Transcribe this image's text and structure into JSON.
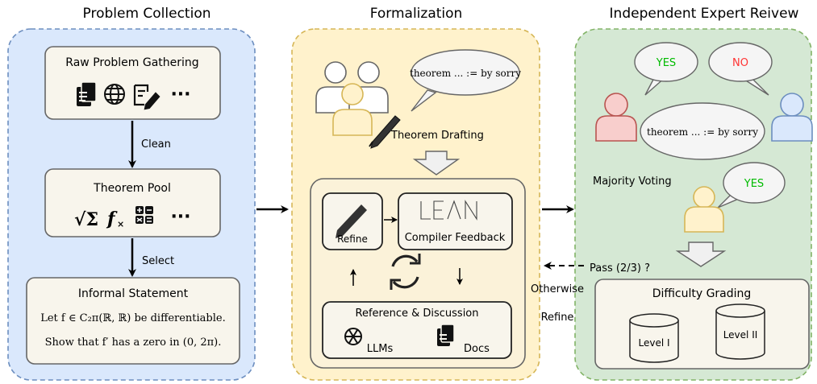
{
  "panels": {
    "problem_collection": {
      "title": "Problem Collection",
      "raw_box_title": "Raw Problem Gathering",
      "clean_label": "Clean",
      "pool_box_title": "Theorem Pool",
      "select_label": "Select",
      "informal_title": "Informal Statement",
      "informal_line1": "Let f ∈ C₂π(ℝ, ℝ) be differentiable.",
      "informal_line2": "Show that f′ has a zero in (0, 2π).",
      "icons": [
        "documents-icon",
        "globe-icon",
        "edit-note-icon",
        "more-icon",
        "sqrt-sigma-icon",
        "function-icon",
        "calculator-icon",
        "more-icon"
      ]
    },
    "formalization": {
      "title": "Formalization",
      "speech_text": "theorem ... := by sorry",
      "drafting_label": "Theorem Drafting",
      "refine_label": "Refine",
      "lean_logo": "LEAN",
      "compiler_label": "Compiler Feedback",
      "reference_title": "Reference & Discussion",
      "llms_label": "LLMs",
      "docs_label": "Docs"
    },
    "review": {
      "title": "Independent Expert Reivew",
      "yes_label": "YES",
      "no_label": "NO",
      "center_speech": "theorem ... := by sorry",
      "majority_label": "Majority Voting",
      "yes2_label": "YES",
      "pass_label": "Pass (2/3) ?",
      "otherwise_label": "Otherwise",
      "refine_label": "Refine",
      "grading_title": "Difficulty Grading",
      "level1": "Level I",
      "level2": "Level II"
    }
  },
  "colors": {
    "blue_panel": "#dae8fc",
    "blue_border": "#6c8ebf",
    "yellow_panel": "#fff2cc",
    "yellow_border": "#d6b656",
    "green_panel": "#d5e8d4",
    "green_border": "#82b366",
    "card_fill": "#f8f5ec",
    "red_person": "#f8cecc",
    "red_stroke": "#b85450",
    "blue_person": "#dae8fc",
    "yellow_person": "#fff2cc",
    "yes_color": "#00bb00",
    "no_color": "#ff3333"
  }
}
